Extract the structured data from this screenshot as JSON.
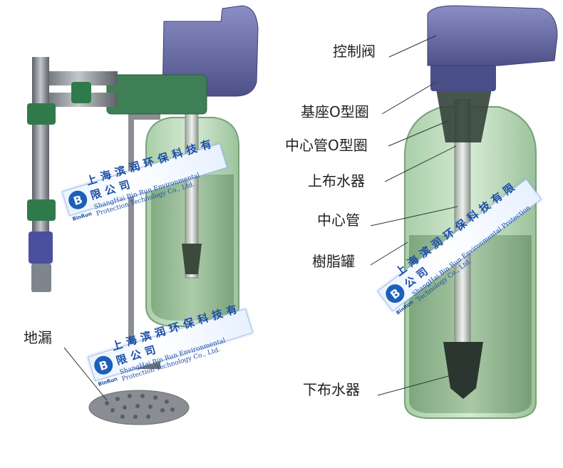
{
  "labels": {
    "control_valve": "控制阀",
    "base_oring": "基座O型圈",
    "center_tube_oring": "中心管O型圈",
    "upper_distributor": "上布水器",
    "center_tube": "中心管",
    "resin_tank": "樹脂罐",
    "lower_distributor": "下布水器",
    "floor_drain": "地漏"
  },
  "watermark": {
    "company_cn": "上海滨润环保科技有限公司",
    "company_en": "ShangHai Bin Run Environmental Protection Technology Co., Ltd.",
    "brand": "BinRun",
    "logo_letter": "B"
  },
  "colors": {
    "valve": "#6b6fa8",
    "tank": "#8fb890",
    "pipe": "#7a7f86",
    "fitting": "#2f7a4a",
    "watermark": "#1c4ea8"
  }
}
